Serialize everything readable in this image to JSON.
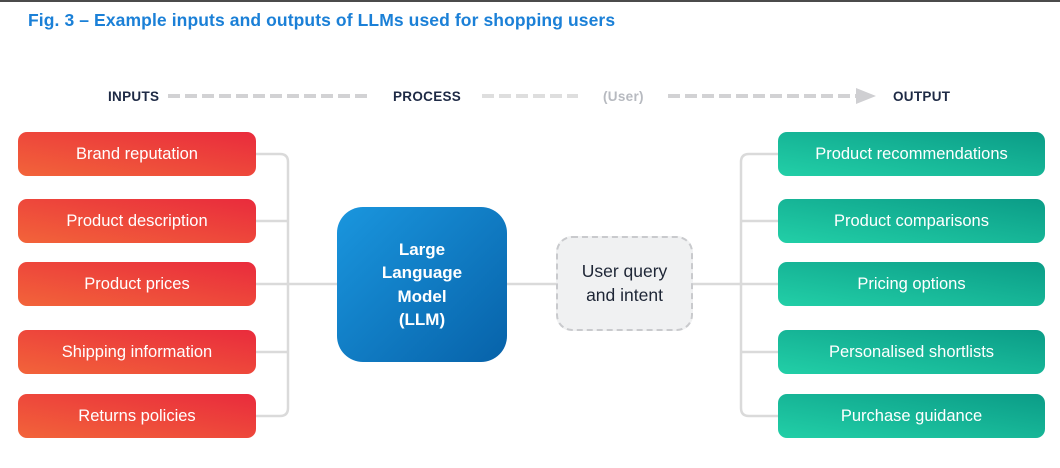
{
  "title": "Fig. 3 – Example inputs and outputs of LLMs used for shopping users",
  "header": {
    "inputs_label": "INPUTS",
    "process_label": "PROCESS",
    "user_label": "(User)",
    "output_label": "OUTPUT"
  },
  "inputs": [
    "Brand reputation",
    "Product description",
    "Product prices",
    "Shipping information",
    "Returns policies"
  ],
  "process": {
    "llm_label": "Large\nLanguage\nModel\n(LLM)",
    "user_query_label": "User query\nand intent"
  },
  "outputs": [
    "Product recommendations",
    "Product comparisons",
    "Pricing options",
    "Personalised shortlists",
    "Purchase guidance"
  ],
  "colors": {
    "title_text": "#1b80d7",
    "header_text": "#1e2a45",
    "header_user_text": "#b7bac0",
    "input_gradient_start": "#f2643a",
    "input_gradient_end": "#e92b3c",
    "output_gradient_start": "#22cfa7",
    "output_gradient_end": "#0b9c87",
    "llm_gradient_start": "#1a96de",
    "llm_gradient_end": "#0762a9",
    "user_box_background": "#f0f1f2",
    "user_box_border": "#c9cacd",
    "connector_line": "#dadada",
    "header_dash_line": "#d2d2d4"
  }
}
